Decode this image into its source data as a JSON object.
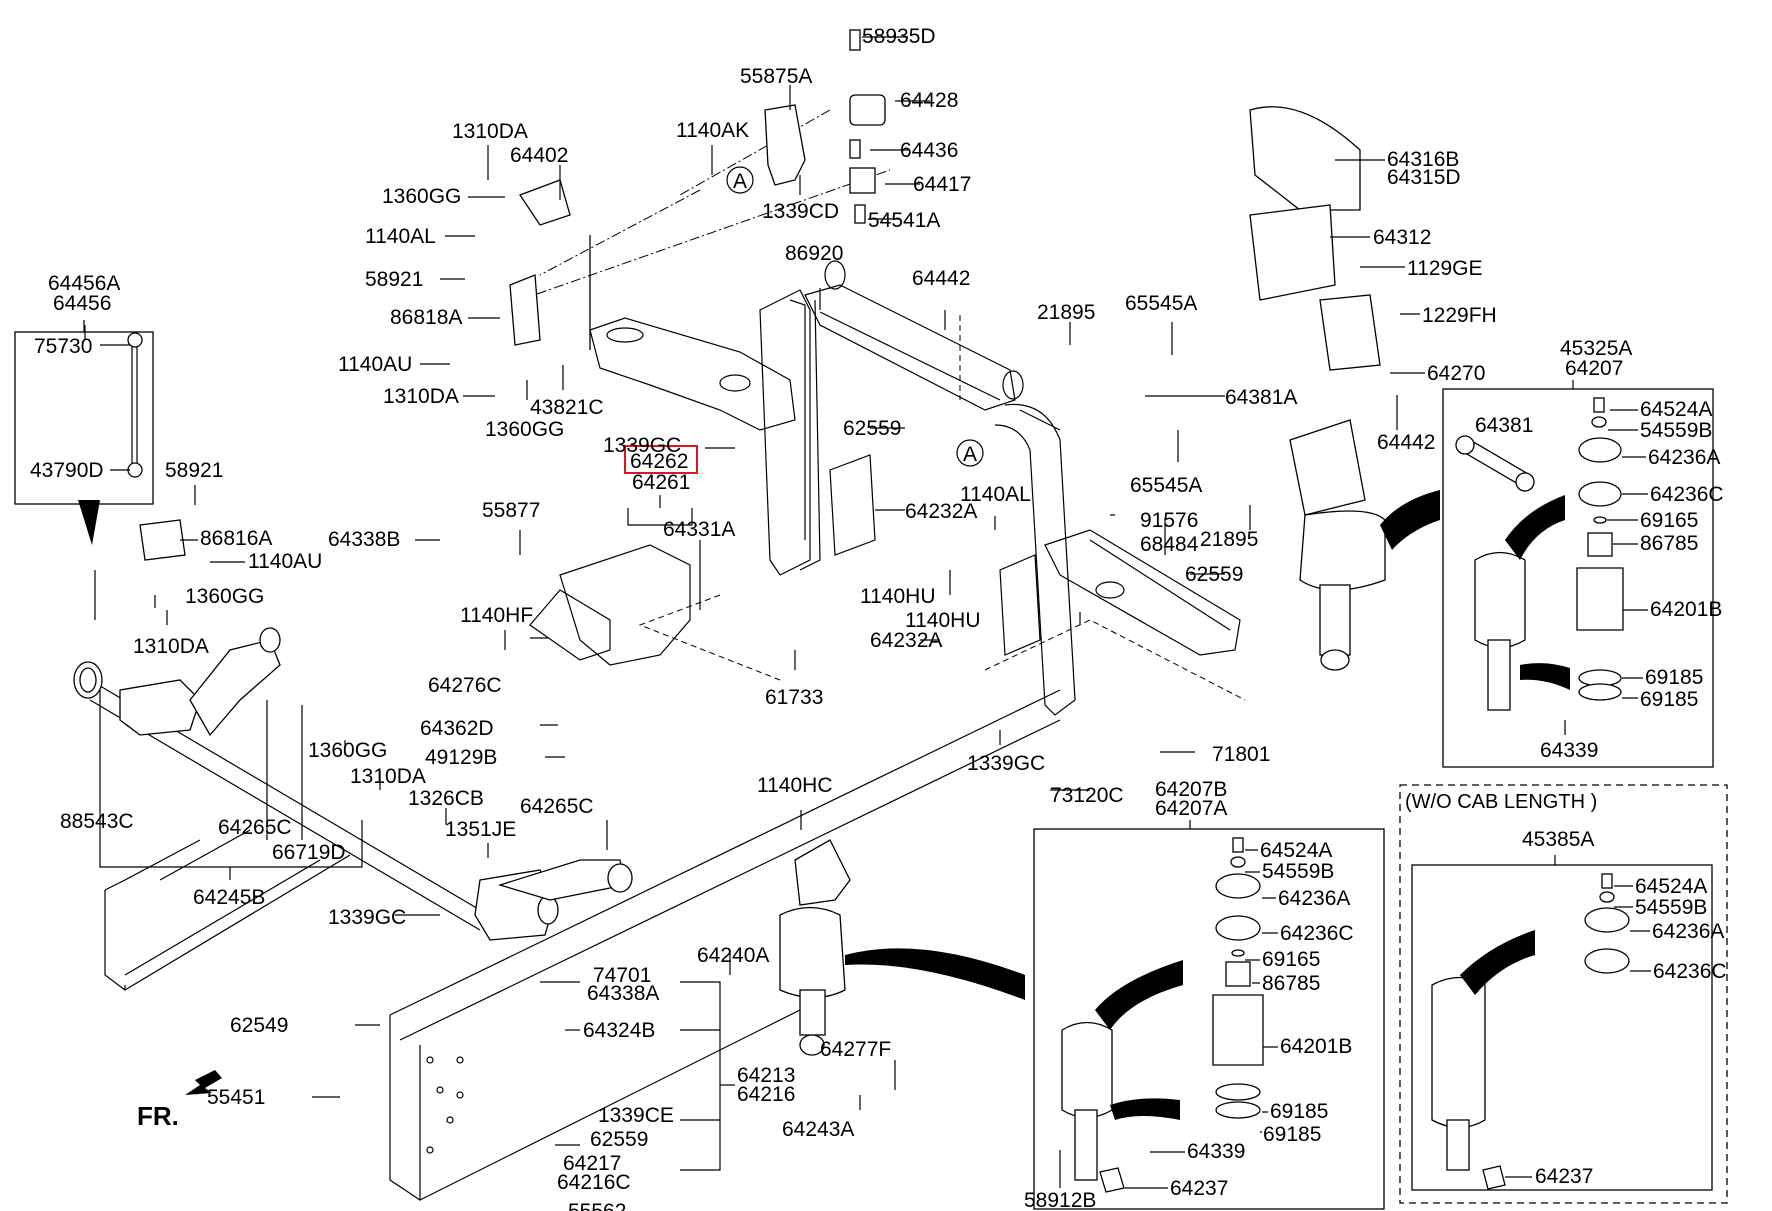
{
  "diagram": {
    "title": "Rear air suspension / cab mounting parts diagram",
    "highlight_color": "#e0141e",
    "selected_part": "64262",
    "direction_marker": "FR.",
    "reference_marker": "A",
    "note_wo_cab_length": "(W/O CAB LENGTH )",
    "labels": {
      "p58935D": "58935D",
      "p55875A": "55875A",
      "p64428": "64428",
      "p1140AK": "1140AK",
      "p64436": "64436",
      "p64417": "64417",
      "p1339CD": "1339CD",
      "p54541A": "54541A",
      "p1310DA_a": "1310DA",
      "p64402": "64402",
      "p1360GG_a": "1360GG",
      "p1140AL_a": "1140AL",
      "p58921_a": "58921",
      "p86818A": "86818A",
      "p1140AU_a": "1140AU",
      "p1310DA_b": "1310DA",
      "p43821C": "43821C",
      "p1360GG_b": "1360GG",
      "p64456A": "64456A",
      "p64456": "64456",
      "p75730": "75730",
      "p43790D": "43790D",
      "p58921_b": "58921",
      "p86816A": "86816A",
      "p1140AU_b": "1140AU",
      "p1360GG_c": "1360GG",
      "p1310DA_c": "1310DA",
      "p86920": "86920",
      "p64442_a": "64442",
      "p21895_a": "21895",
      "p65545A_a": "65545A",
      "p64381A": "64381A",
      "p65545A_b": "65545A",
      "p1339GC_a": "1339GC",
      "p64262": "64262",
      "p64261": "64261",
      "p62559_a": "62559",
      "p64331A": "64331A",
      "p55877": "55877",
      "p64338B": "64338B",
      "p64232A_a": "64232A",
      "p1140AL_b": "1140AL",
      "p91576": "91576",
      "p68484": "68484",
      "p21895_b": "21895",
      "p62559_b": "62559",
      "p1140HF": "1140HF",
      "p1140HU_a": "1140HU",
      "p1140HU_b": "1140HU",
      "p64232A_b": "64232A",
      "p64276C": "64276C",
      "p61733": "61733",
      "p64362D": "64362D",
      "p49129B": "49129B",
      "p1360GG_d": "1360GG",
      "p1310DA_d": "1310DA",
      "p1326CB": "1326CB",
      "p1351JE": "1351JE",
      "p64265C_a": "64265C",
      "p88543C": "88543C",
      "p64265C_b": "64265C",
      "p66719D": "66719D",
      "p64245B": "64245B",
      "p1339GC_b": "1339GC",
      "p1339GC_c": "1339GC",
      "p71801": "71801",
      "p73120C": "73120C",
      "p1140HC": "1140HC",
      "p64316B": "64316B",
      "p64315D": "64315D",
      "p64312": "64312",
      "p1129GE": "1129GE",
      "p1229FH": "1229FH",
      "p64270": "64270",
      "p64442_b": "64442",
      "p74701": "74701",
      "p64338A": "64338A",
      "p64324B": "64324B",
      "p64240A": "64240A",
      "p64213": "64213",
      "p64216": "64216",
      "p1339CE": "1339CE",
      "p62549": "62549",
      "p62559_c": "62559",
      "p64217": "64217",
      "p64216C": "64216C",
      "p55562": "55562",
      "p55451": "55451",
      "p64277F": "64277F",
      "p64243A": "64243A"
    },
    "kit_upper_right": {
      "header1": "45325A",
      "header2": "64207",
      "parts": [
        "64381",
        "64524A",
        "54559B",
        "64236A",
        "64236C",
        "69165",
        "86785",
        "64201B",
        "69185",
        "69185",
        "64339"
      ]
    },
    "kit_lower_middle": {
      "header1": "64207B",
      "header2": "64207A",
      "parts": [
        "64524A",
        "54559B",
        "64236A",
        "64236C",
        "69165",
        "86785",
        "64201B",
        "69185",
        "69185",
        "64339",
        "64237",
        "58912B"
      ]
    },
    "kit_wo_cab_length": {
      "header1": "45385A",
      "parts": [
        "64524A",
        "54559B",
        "64236A",
        "64236C",
        "64237"
      ]
    }
  }
}
